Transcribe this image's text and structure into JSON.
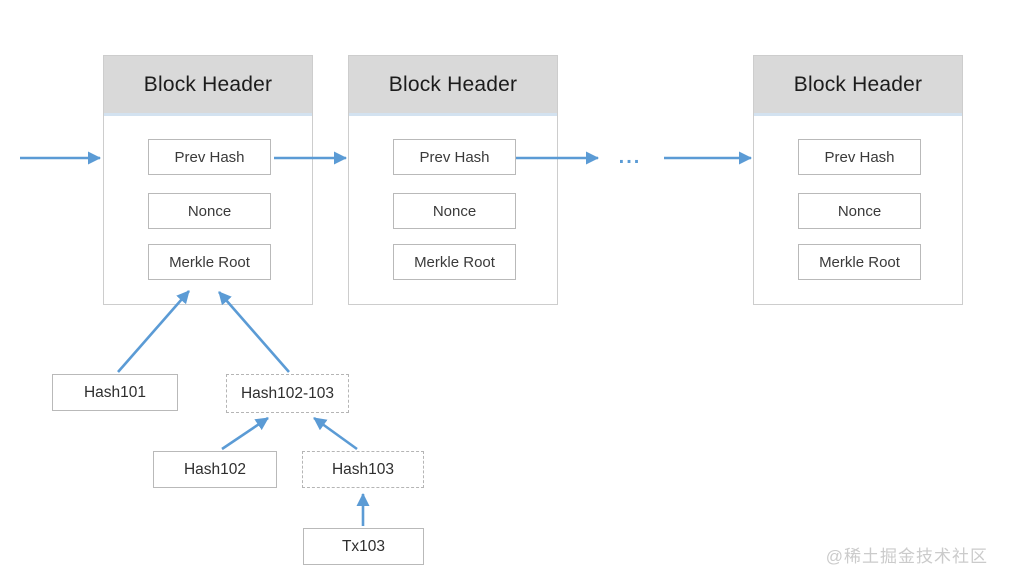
{
  "diagram": {
    "blocks": [
      {
        "title": "Block Header",
        "fields": [
          "Prev Hash",
          "Nonce",
          "Merkle Root"
        ]
      },
      {
        "title": "Block Header",
        "fields": [
          "Prev Hash",
          "Nonce",
          "Merkle Root"
        ]
      },
      {
        "title": "Block Header",
        "fields": [
          "Prev Hash",
          "Nonce",
          "Merkle Root"
        ]
      }
    ],
    "ellipsis": "...",
    "tree_nodes": [
      {
        "label": "Hash101",
        "style": "solid"
      },
      {
        "label": "Hash102-103",
        "style": "dashed"
      },
      {
        "label": "Hash102",
        "style": "solid"
      },
      {
        "label": "Hash103",
        "style": "dashed"
      },
      {
        "label": "Tx103",
        "style": "solid"
      }
    ],
    "watermark": "@稀土掘金技术社区",
    "colors": {
      "arrow": "#5b9bd5",
      "header_bg": "#d9d9d9",
      "header_accent_line": "#d3e2f0",
      "box_border": "#b9b9b9",
      "watermark_text": "#cbcbcb"
    }
  }
}
